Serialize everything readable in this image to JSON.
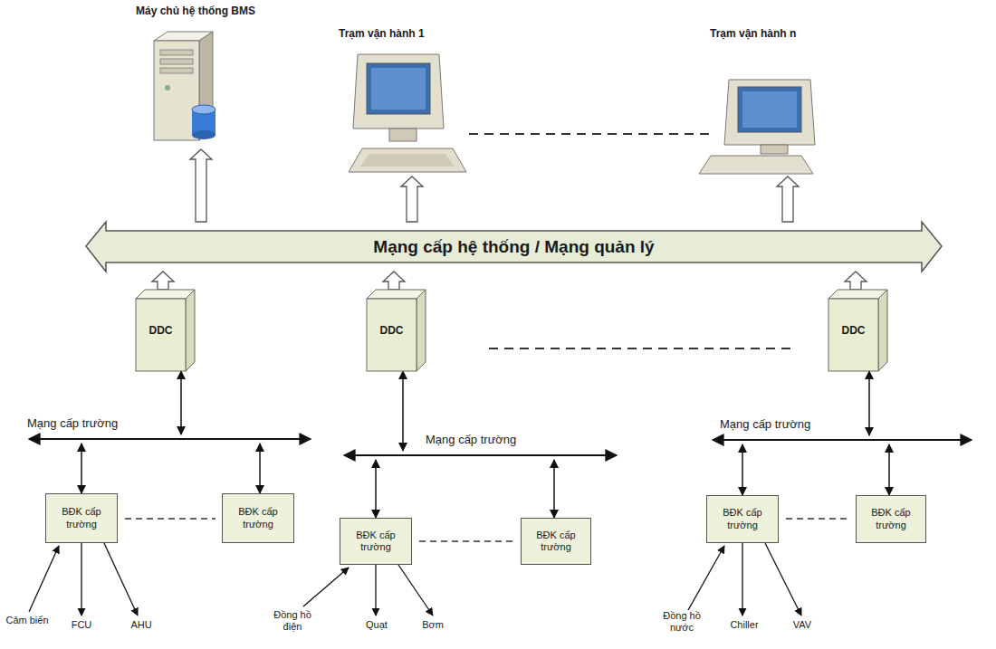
{
  "diagram": {
    "nodes": [
      {
        "text": [
          "Máy chủ hệ thống BMS"
        ]
      },
      {
        "text": [
          "Trạm vận hành 1"
        ]
      },
      {
        "text": [
          "Trạm vận hành n"
        ]
      },
      {
        "text": [
          "Mạng cấp hệ thống / Mạng quản lý"
        ]
      },
      {
        "text": [
          "DDC"
        ]
      },
      {
        "text": [
          "DDC"
        ]
      },
      {
        "text": [
          "DDC"
        ]
      },
      {
        "text": [
          "Mạng cấp trường"
        ]
      },
      {
        "text": [
          "Mạng cấp trường"
        ]
      },
      {
        "text": [
          "Mạng cấp trường"
        ]
      },
      {
        "text": [
          "BĐK cấp trường"
        ]
      },
      {
        "text": [
          "BĐK cấp trường"
        ]
      },
      {
        "text": [
          "BĐK cấp trường"
        ]
      },
      {
        "text": [
          "BĐK cấp trường"
        ]
      },
      {
        "text": [
          "BĐK cấp trường"
        ]
      },
      {
        "text": [
          "BĐK cấp trường"
        ]
      }
    ],
    "edges": [
      {
        "from": 3,
        "to": 0,
        "arrow": "to"
      },
      {
        "from": 3,
        "to": 1,
        "arrow": "to"
      },
      {
        "from": 3,
        "to": 2,
        "arrow": "to"
      },
      {
        "from": 4,
        "to": 3,
        "arrow": "to"
      },
      {
        "from": 5,
        "to": 3,
        "arrow": "to"
      },
      {
        "from": 6,
        "to": 3,
        "arrow": "to"
      },
      {
        "from": 4,
        "to": 7,
        "arrow": "both"
      },
      {
        "from": 5,
        "to": 8,
        "arrow": "both"
      },
      {
        "from": 6,
        "to": 9,
        "arrow": "both"
      },
      {
        "from": 7,
        "to": 10,
        "arrow": "both"
      },
      {
        "from": 7,
        "to": 11,
        "arrow": "both"
      },
      {
        "from": 8,
        "to": 12,
        "arrow": "both"
      },
      {
        "from": 8,
        "to": 13,
        "arrow": "both"
      },
      {
        "from": 9,
        "to": 14,
        "arrow": "both"
      },
      {
        "from": 9,
        "to": 15,
        "arrow": "both"
      }
    ],
    "labels": [
      "Cảm biến",
      "FCU",
      "AHU",
      "Đồng hồ điện",
      "Quạt",
      "Bơm",
      "Đồng hồ nước",
      "Chiller",
      "VAV"
    ]
  }
}
